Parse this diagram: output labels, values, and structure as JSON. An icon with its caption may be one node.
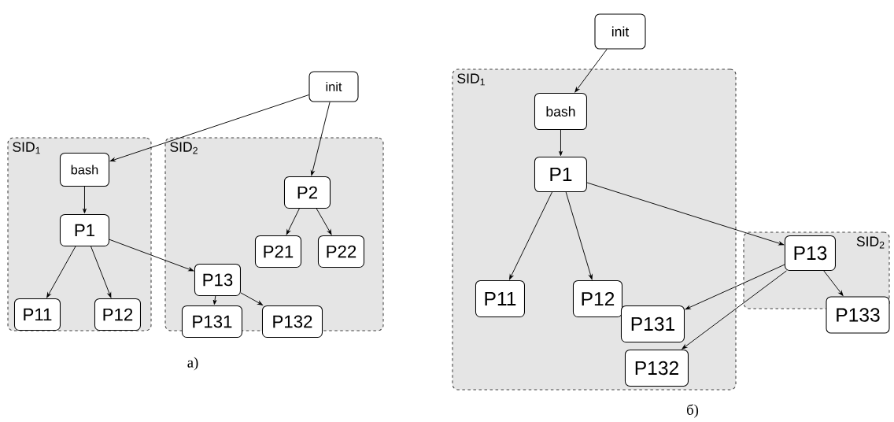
{
  "diagram": {
    "nodes": [
      {
        "text": [
          "init"
        ]
      },
      {
        "text": [
          "SID$_{1}$"
        ]
      },
      {
        "text": [
          "bash"
        ],
        "in": 1
      },
      {
        "text": [
          "P1"
        ],
        "in": 1
      },
      {
        "text": [
          "P11"
        ],
        "in": 1
      },
      {
        "text": [
          "P12"
        ],
        "in": 1
      },
      {
        "text": [
          "SID$_{2}$"
        ]
      },
      {
        "text": [
          "P2"
        ],
        "in": 6
      },
      {
        "text": [
          "P21"
        ],
        "in": 6
      },
      {
        "text": [
          "P22"
        ],
        "in": 6
      },
      {
        "text": [
          "P13"
        ],
        "in": 6
      },
      {
        "text": [
          "P131"
        ],
        "in": 6
      },
      {
        "text": [
          "P132"
        ],
        "in": 6
      },
      {
        "text": [
          "init"
        ]
      },
      {
        "text": [
          "SID$_{1}$"
        ]
      },
      {
        "text": [
          "bash"
        ],
        "in": 14
      },
      {
        "text": [
          "P1"
        ],
        "in": 14
      },
      {
        "text": [
          "P11"
        ],
        "in": 14
      },
      {
        "text": [
          "P12"
        ],
        "in": 14
      },
      {
        "text": [
          "P131"
        ],
        "in": 14
      },
      {
        "text": [
          "P132"
        ],
        "in": 14
      },
      {
        "text": [
          "SID$_{2}$"
        ]
      },
      {
        "text": [
          "P13"
        ],
        "in": 21
      },
      {
        "text": [
          "P133"
        ]
      }
    ],
    "edges": [
      {
        "from": 0,
        "to": 2,
        "arrow": "to"
      },
      {
        "from": 0,
        "to": 7,
        "arrow": "to"
      },
      {
        "from": 2,
        "to": 3,
        "arrow": "to"
      },
      {
        "from": 3,
        "to": 4,
        "arrow": "to"
      },
      {
        "from": 3,
        "to": 5,
        "arrow": "to"
      },
      {
        "from": 3,
        "to": 10,
        "arrow": "to"
      },
      {
        "from": 7,
        "to": 8,
        "arrow": "to"
      },
      {
        "from": 7,
        "to": 9,
        "arrow": "to"
      },
      {
        "from": 10,
        "to": 11,
        "arrow": "to"
      },
      {
        "from": 10,
        "to": 12,
        "arrow": "to"
      },
      {
        "from": 13,
        "to": 15,
        "arrow": "to"
      },
      {
        "from": 15,
        "to": 16,
        "arrow": "to"
      },
      {
        "from": 16,
        "to": 17,
        "arrow": "to"
      },
      {
        "from": 16,
        "to": 18,
        "arrow": "to"
      },
      {
        "from": 16,
        "to": 22,
        "arrow": "to"
      },
      {
        "from": 22,
        "to": 19,
        "arrow": "to"
      },
      {
        "from": 22,
        "to": 20,
        "arrow": "to"
      },
      {
        "from": 22,
        "to": 23,
        "arrow": "to"
      }
    ],
    "labels": [
      "а)",
      "б)"
    ]
  }
}
